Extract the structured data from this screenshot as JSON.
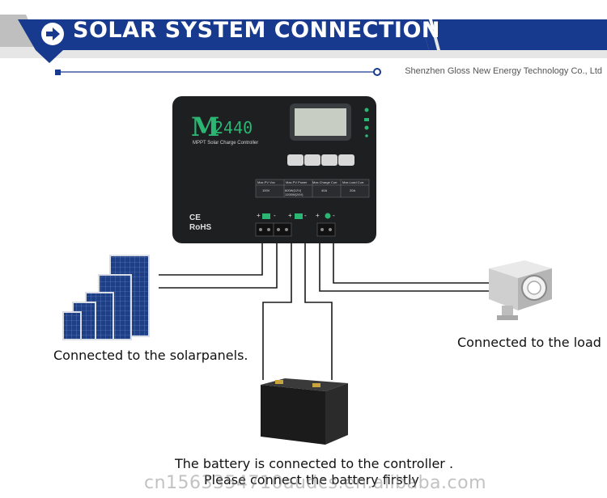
{
  "header": {
    "title": "SOLAR SYSTEM CONNECTION",
    "company": "Shenzhen Gloss New Energy Technology Co., Ltd"
  },
  "controller": {
    "model_letter": "M",
    "model_number": "2440",
    "subtitle": "MPPT Solar Charge Controller",
    "certification_ce": "CE",
    "certification_rohs": "RoHS",
    "spec_headers": [
      "Max.PV Voc",
      "Max.PV Power",
      "Max.Charge Curr.",
      "Max.Load Curr."
    ],
    "spec_values": [
      "100V",
      "600W(12V) 1200W(24V)",
      "40A",
      "20A"
    ],
    "terminal_labels": [
      "+",
      "-",
      "+",
      "-",
      "+",
      "-"
    ]
  },
  "captions": {
    "solar": "Connected to the solarpanels.",
    "load": "Connected to the load",
    "battery_line1": "The battery is connected to the controller .",
    "battery_line2": "Please connect the battery firstly"
  },
  "watermark": "cn1563354710audcs.en.alibaba.com",
  "colors": {
    "brand_blue": "#173a8e",
    "controller_body": "#1d1f21",
    "model_green": "#2bb673",
    "lcd": "#c7cdc2"
  },
  "icons": [
    "arrow-right-icon",
    "solar-panel-icon",
    "battery-icon",
    "bulb-icon"
  ]
}
